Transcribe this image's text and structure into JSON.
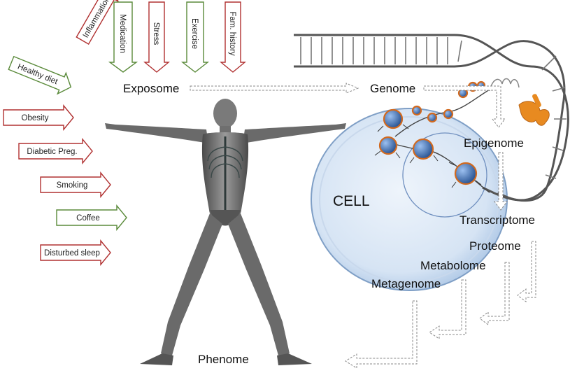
{
  "exposome_factors": [
    {
      "label": "Inflammation",
      "kind": "risk"
    },
    {
      "label": "Medication",
      "kind": "protective"
    },
    {
      "label": "Stress",
      "kind": "risk"
    },
    {
      "label": "Exercise",
      "kind": "protective"
    },
    {
      "label": "Fam. history",
      "kind": "risk"
    },
    {
      "label": "Healthy diet",
      "kind": "protective"
    },
    {
      "label": "Obesity",
      "kind": "risk"
    },
    {
      "label": "Diabetic Preg.",
      "kind": "risk"
    },
    {
      "label": "Smoking",
      "kind": "risk"
    },
    {
      "label": "Coffee",
      "kind": "protective"
    },
    {
      "label": "Disturbed sleep",
      "kind": "risk"
    }
  ],
  "layers": {
    "exposome": "Exposome",
    "genome": "Genome",
    "epigenome": "Epigenome",
    "transcriptome": "Transcriptome",
    "proteome": "Proteome",
    "metabolome": "Metabolome",
    "metagenome": "Metagenome",
    "phenome": "Phenome"
  },
  "cell_label": "CELL",
  "colors": {
    "risk": "#b03030",
    "protective": "#5a8a3a",
    "cell": "#a9c4e4",
    "dna": "#555555",
    "histone": "#3a6fb5",
    "histone_ring": "#d2691e",
    "protein": "#e88a20",
    "figure": "#6b6b6b"
  }
}
